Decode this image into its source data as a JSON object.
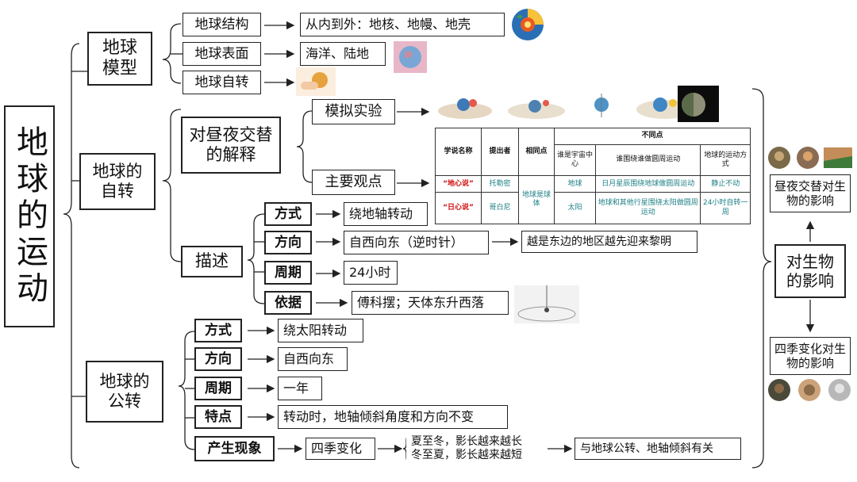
{
  "root": {
    "label": "地球的运动"
  },
  "model": {
    "label": "地球模型",
    "structure": {
      "label": "地球结构",
      "desc": "从内到外：地核、地幔、地壳"
    },
    "surface": {
      "label": "地球表面",
      "desc": "海洋、陆地"
    },
    "rotation": {
      "label": "地球自转"
    }
  },
  "rotation": {
    "label": "地球的自转",
    "daynight": {
      "label": "对昼夜交替的解释",
      "experiment": "模拟实验",
      "views": "主要观点"
    },
    "describe": {
      "label": "描述",
      "way": {
        "label": "方式",
        "value": "绕地轴转动"
      },
      "direction": {
        "label": "方向",
        "value": "自西向东（逆时针）",
        "extra": "越是东边的地区越先迎来黎明"
      },
      "period": {
        "label": "周期",
        "value": "24小时"
      },
      "basis": {
        "label": "依据",
        "value": "傅科摆；天体东升西落"
      }
    }
  },
  "views_table": {
    "h_theory": "学说名称",
    "h_proposer": "提出者",
    "h_common": "相同点",
    "h_diff": "不同点",
    "h_center": "谁是宇宙中心",
    "h_around": "谁围绕谁做圆周运动",
    "h_motion": "地球的运动方式",
    "common": "地球是球体",
    "rows": [
      {
        "theory": "“地心说”",
        "proposer": "托勒密",
        "center": "地球",
        "around": "日月星辰围绕地球做圆周运动",
        "motion": "静止不动"
      },
      {
        "theory": "“日心说”",
        "proposer": "哥白尼",
        "center": "太阳",
        "around": "地球和其他行星围绕太阳做圆周运动",
        "motion": "24小时自转一周"
      }
    ]
  },
  "revolution": {
    "label": "地球的公转",
    "way": {
      "label": "方式",
      "value": "绕太阳转动"
    },
    "direction": {
      "label": "方向",
      "value": "自西向东"
    },
    "period": {
      "label": "周期",
      "value": "一年"
    },
    "feature": {
      "label": "特点",
      "value": "转动时，地轴倾斜角度和方向不变"
    },
    "phenomenon": {
      "label": "产生现象",
      "value": "四季变化",
      "shadow1": "夏至冬，影长越来越长",
      "shadow2": "冬至夏，影长越来越短",
      "cause": "与地球公转、地轴倾斜有关"
    }
  },
  "effects": {
    "label": "对生物的影响",
    "daynight": "昼夜交替对生物的影响",
    "seasons": "四季变化对生物的影响"
  }
}
